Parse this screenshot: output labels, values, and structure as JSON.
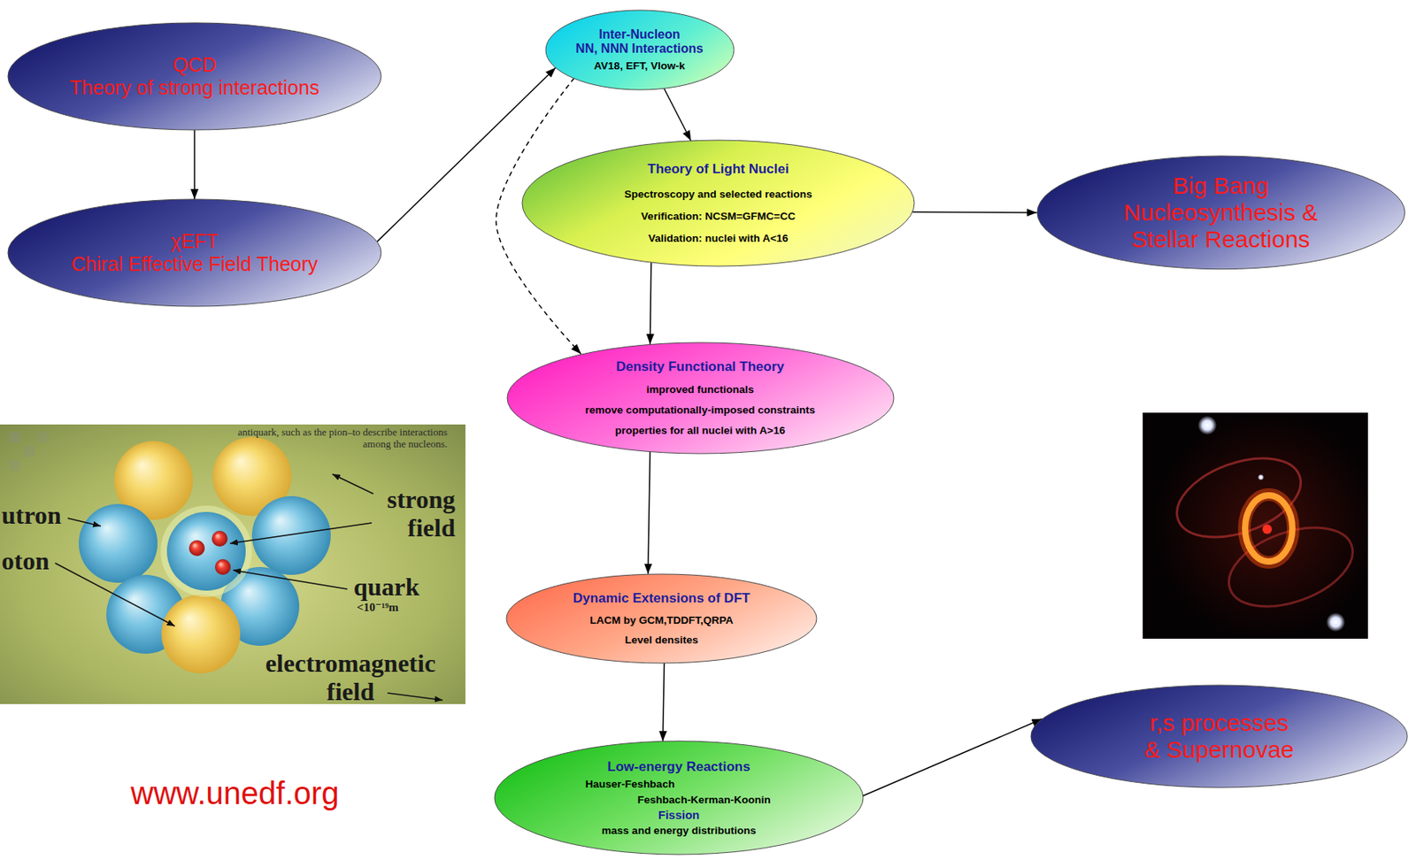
{
  "diagram": {
    "nodes": [
      {
        "text": [
          "QCD",
          "Theory of strong interactions"
        ]
      },
      {
        "text": [
          "χEFT",
          "Chiral Effective Field Theory"
        ]
      },
      {
        "text": [
          "Inter-Nucleon",
          "NN, NNN Interactions",
          "AV18, EFT, Vlow-k"
        ]
      },
      {
        "text": [
          "Theory of Light Nuclei",
          "Spectroscopy and selected reactions",
          "Verification: NCSM=GFMC=CC",
          "Validation: nuclei with A<16"
        ]
      },
      {
        "text": [
          "Big Bang Nucleosynthesis & Stellar Reactions"
        ]
      },
      {
        "text": [
          "Density Functional Theory",
          "improved functionals",
          "remove computationally-imposed constraints",
          "properties for all nuclei with A>16"
        ]
      },
      {
        "text": [
          "Dynamic Extensions of DFT",
          "LACM by GCM,TDDFT,QRPA",
          "Level densites"
        ]
      },
      {
        "text": [
          "Low-energy Reactions",
          "Hauser-Feshbach",
          "Feshbach-Kerman-Koonin",
          "Fission",
          "mass and energy distributions"
        ]
      },
      {
        "text": [
          "r,s processes & Supernovae"
        ]
      }
    ],
    "edges": [
      {
        "from": 0,
        "to": 1,
        "arrow": "to"
      },
      {
        "from": 1,
        "to": 2,
        "arrow": "to"
      },
      {
        "from": 2,
        "to": 3,
        "arrow": "to"
      },
      {
        "from": 2,
        "to": 5,
        "arrow": "to"
      },
      {
        "from": 3,
        "to": 4,
        "arrow": "to"
      },
      {
        "from": 3,
        "to": 5,
        "arrow": "to"
      },
      {
        "from": 5,
        "to": 6,
        "arrow": "to"
      },
      {
        "from": 6,
        "to": 7,
        "arrow": "to"
      },
      {
        "from": 7,
        "to": 8,
        "arrow": "to"
      }
    ],
    "labels": [
      "antiquark, such as the pion–to describe interactions among the nucleons.",
      "strong field",
      "utron",
      "oton",
      "quark",
      "<10⁻¹⁹m",
      "electromagnetic field",
      "www.unedf.org"
    ]
  }
}
